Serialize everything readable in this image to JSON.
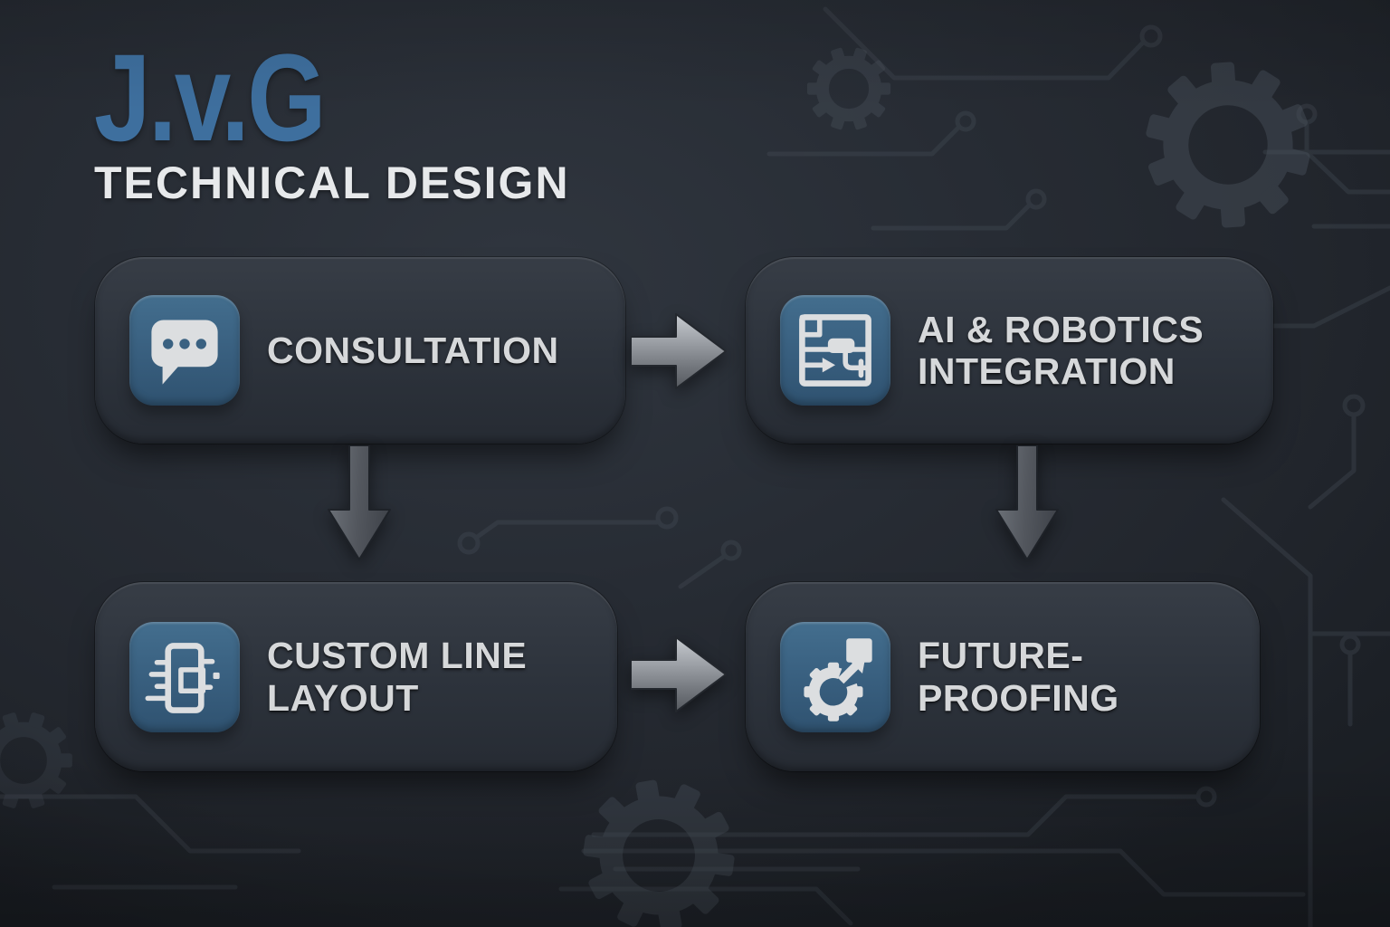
{
  "brand": {
    "logo": "J.v.G",
    "tagline": "TECHNICAL DESIGN"
  },
  "flow": {
    "nodes": [
      {
        "id": "consultation",
        "line1": "CONSULTATION",
        "line2": "",
        "icon": "chat-bubble-icon"
      },
      {
        "id": "ai-robotics-integration",
        "line1": "AI & ROBOTICS",
        "line2": "INTEGRATION",
        "icon": "circuit-schematic-icon"
      },
      {
        "id": "custom-line-layout",
        "line1": "CUSTOM LINE",
        "line2": "LAYOUT",
        "icon": "chip-layout-icon"
      },
      {
        "id": "future-proofing",
        "line1": "FUTURE-",
        "line2": "PROOFING",
        "icon": "gear-upgrade-icon"
      }
    ],
    "connections": [
      {
        "from": "consultation",
        "to": "ai-robotics-integration",
        "direction": "right"
      },
      {
        "from": "consultation",
        "to": "custom-line-layout",
        "direction": "down"
      },
      {
        "from": "ai-robotics-integration",
        "to": "future-proofing",
        "direction": "down"
      },
      {
        "from": "custom-line-layout",
        "to": "future-proofing",
        "direction": "right"
      }
    ]
  },
  "colors": {
    "background": "#262b33",
    "card": "#2d333c",
    "icon_tile_blue": "#3a6181",
    "logo_blue": "#3e6f9e",
    "text_light": "#d6d8da",
    "arrow_silver": "#9ea2a8",
    "arrow_gray": "#53575e",
    "circuit_trace": "#4b545e"
  }
}
